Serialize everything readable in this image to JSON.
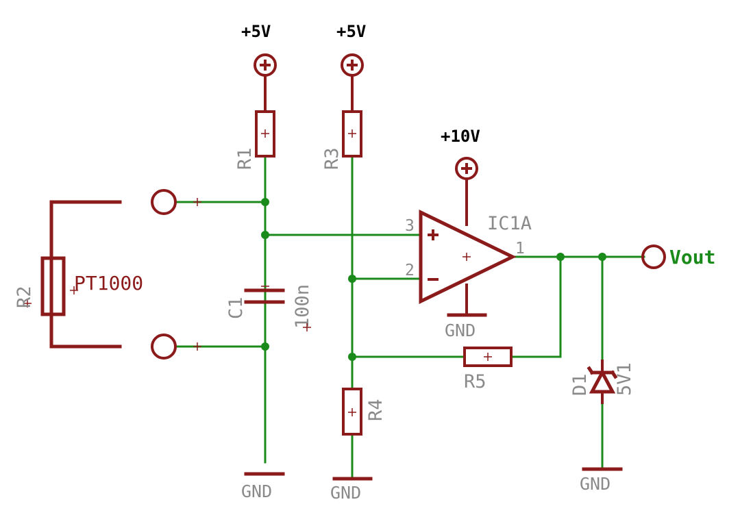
{
  "supplies": {
    "v5_left": "+5V",
    "v5_right": "+5V",
    "v10": "+10V"
  },
  "grounds": {
    "c1": "GND",
    "r4": "GND",
    "ic": "GND",
    "d1": "GND"
  },
  "components": {
    "r1": {
      "name": "R1"
    },
    "r2": {
      "name": "R2",
      "value": "PT1000"
    },
    "r3": {
      "name": "R3"
    },
    "r4": {
      "name": "R4"
    },
    "r5": {
      "name": "R5"
    },
    "c1": {
      "name": "C1",
      "value": "100n"
    },
    "d1": {
      "name": "D1",
      "value": "5V1"
    },
    "ic1a": {
      "name": "IC1A",
      "pins": {
        "noninv": "3",
        "inv": "2",
        "out": "1"
      }
    }
  },
  "nets": {
    "output": "Vout"
  },
  "colors": {
    "wire": "#1a8a1a",
    "component": "#8b1a1a",
    "label": "#8a8a8a"
  }
}
